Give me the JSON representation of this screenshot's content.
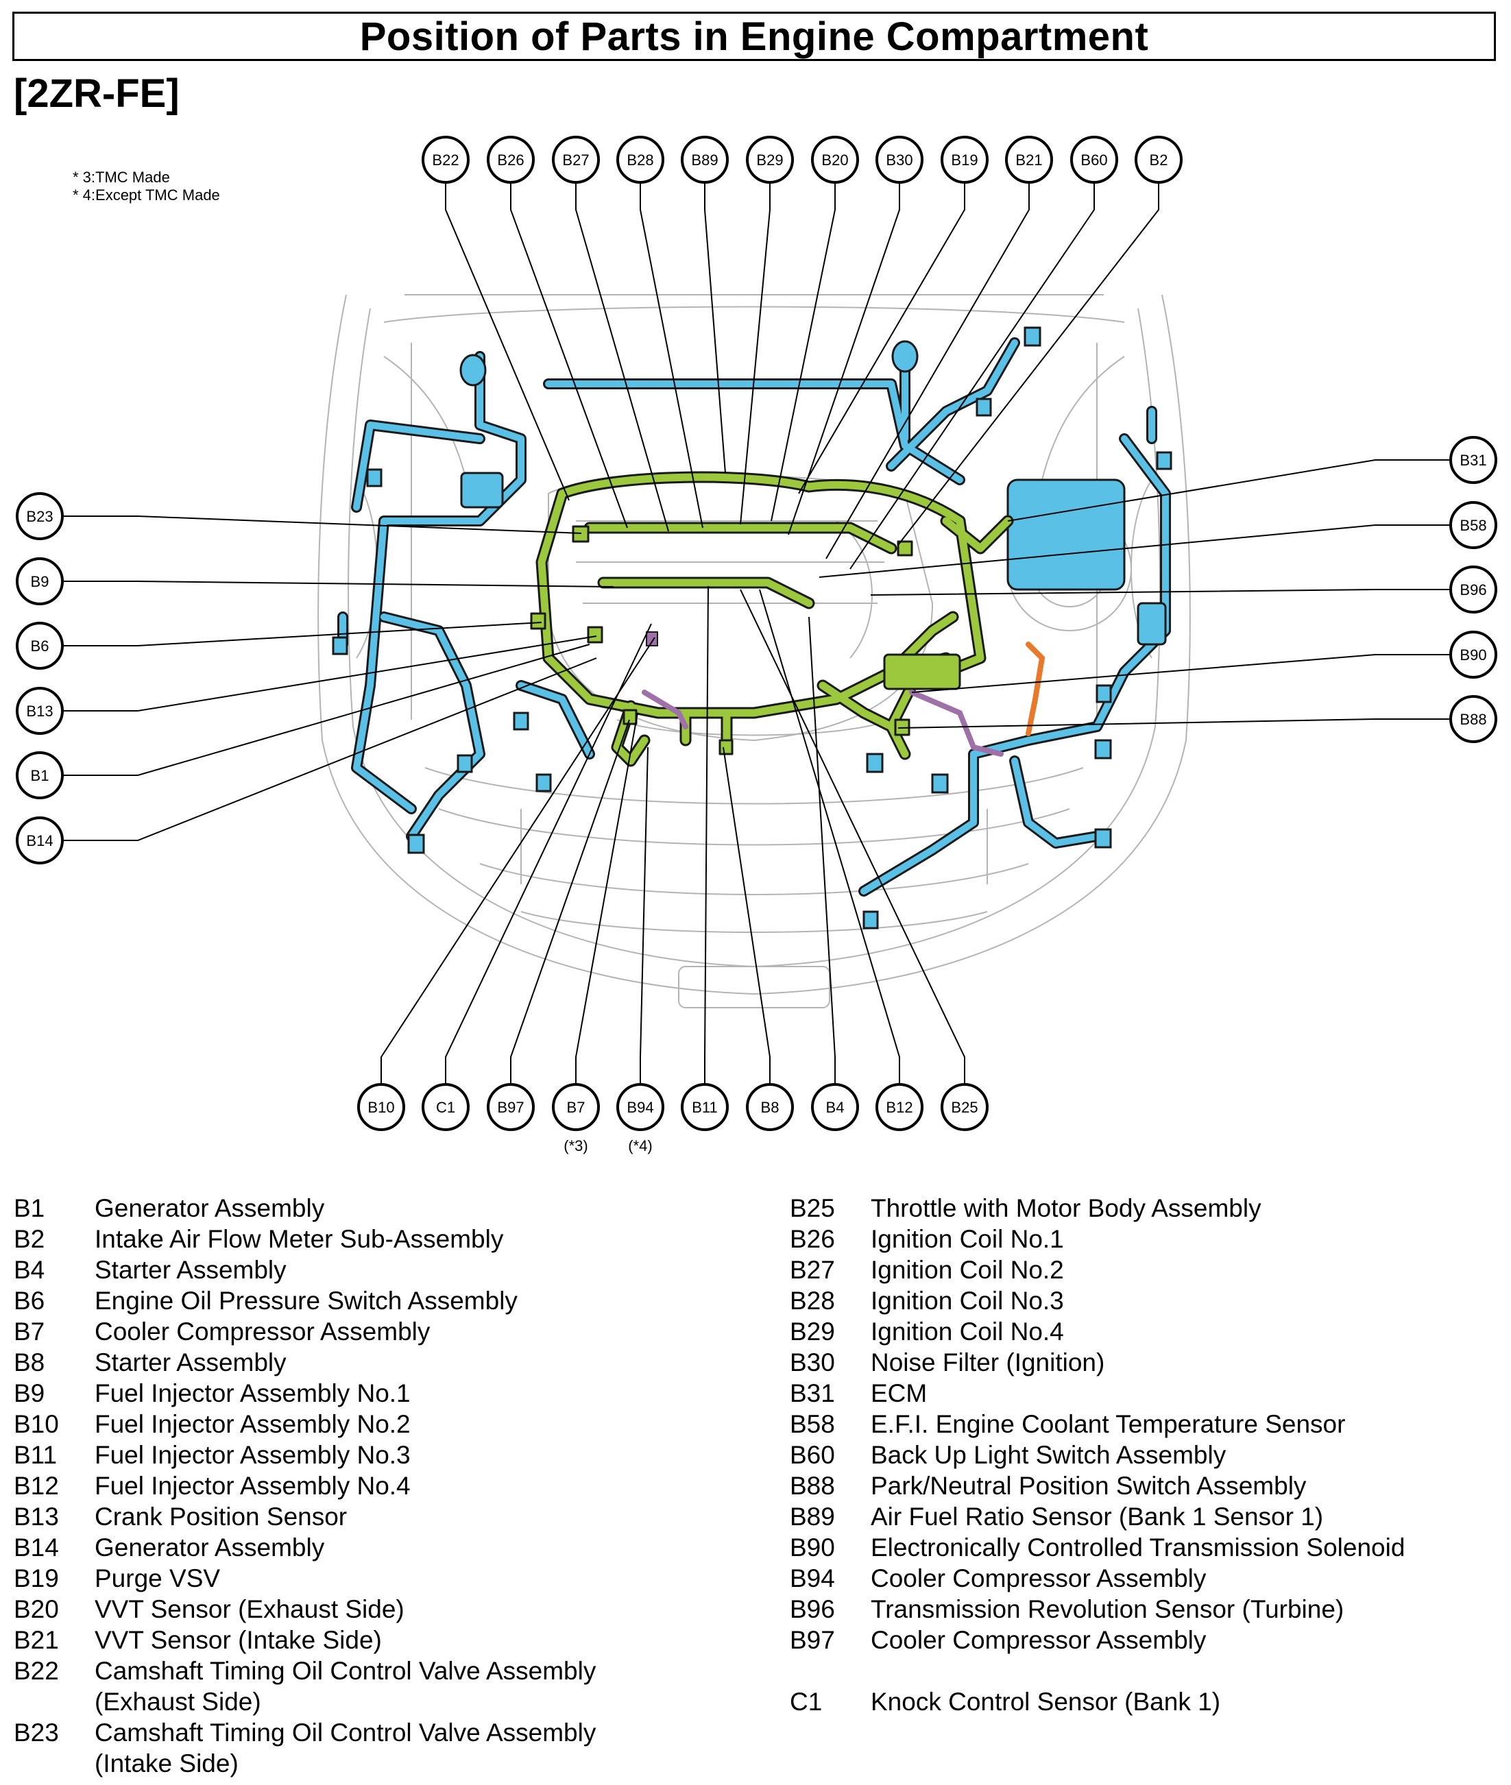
{
  "title": "Position of Parts in Engine Compartment",
  "subtitle": "[2ZR-FE]",
  "footnotes": [
    "* 3:TMC Made",
    "* 4:Except TMC Made"
  ],
  "callouts": {
    "top": [
      "B22",
      "B26",
      "B27",
      "B28",
      "B89",
      "B29",
      "B20",
      "B30",
      "B19",
      "B21",
      "B60",
      "B2"
    ],
    "left": [
      "B23",
      "B9",
      "B6",
      "B13",
      "B1",
      "B14"
    ],
    "right": [
      "B31",
      "B58",
      "B96",
      "B90",
      "B88"
    ],
    "bottom": [
      "B10",
      "C1",
      "B97",
      "B7",
      "B94",
      "B11",
      "B8",
      "B4",
      "B12",
      "B25"
    ],
    "bottom_notes": {
      "B7": "(*3)",
      "B94": "(*4)"
    }
  },
  "legend_left": [
    {
      "code": "B1",
      "desc": "Generator Assembly"
    },
    {
      "code": "B2",
      "desc": "Intake Air Flow Meter Sub-Assembly"
    },
    {
      "code": "B4",
      "desc": "Starter Assembly"
    },
    {
      "code": "B6",
      "desc": "Engine Oil Pressure Switch Assembly"
    },
    {
      "code": "B7",
      "desc": "Cooler Compressor Assembly"
    },
    {
      "code": "B8",
      "desc": "Starter Assembly"
    },
    {
      "code": "B9",
      "desc": "Fuel Injector Assembly No.1"
    },
    {
      "code": "B10",
      "desc": "Fuel Injector Assembly No.2"
    },
    {
      "code": "B11",
      "desc": "Fuel Injector Assembly No.3"
    },
    {
      "code": "B12",
      "desc": "Fuel Injector Assembly No.4"
    },
    {
      "code": "B13",
      "desc": "Crank Position Sensor"
    },
    {
      "code": "B14",
      "desc": "Generator Assembly"
    },
    {
      "code": "B19",
      "desc": "Purge VSV"
    },
    {
      "code": "B20",
      "desc": "VVT Sensor (Exhaust Side)"
    },
    {
      "code": "B21",
      "desc": "VVT Sensor (Intake Side)"
    },
    {
      "code": "B22",
      "desc": "Camshaft Timing Oil Control Valve Assembly\n(Exhaust Side)"
    },
    {
      "code": "B23",
      "desc": "Camshaft Timing Oil Control Valve Assembly\n(Intake Side)"
    }
  ],
  "legend_right": [
    {
      "code": "B25",
      "desc": "Throttle with Motor Body Assembly"
    },
    {
      "code": "B26",
      "desc": "Ignition Coil No.1"
    },
    {
      "code": "B27",
      "desc": "Ignition Coil No.2"
    },
    {
      "code": "B28",
      "desc": "Ignition Coil No.3"
    },
    {
      "code": "B29",
      "desc": "Ignition Coil No.4"
    },
    {
      "code": "B30",
      "desc": "Noise Filter (Ignition)"
    },
    {
      "code": "B31",
      "desc": "ECM"
    },
    {
      "code": "B58",
      "desc": "E.F.I. Engine Coolant Temperature Sensor"
    },
    {
      "code": "B60",
      "desc": "Back Up Light Switch Assembly"
    },
    {
      "code": "B88",
      "desc": "Park/Neutral Position Switch Assembly"
    },
    {
      "code": "B89",
      "desc": "Air Fuel Ratio Sensor (Bank 1 Sensor 1)"
    },
    {
      "code": "B90",
      "desc": "Electronically Controlled Transmission Solenoid"
    },
    {
      "code": "B94",
      "desc": "Cooler Compressor Assembly"
    },
    {
      "code": "B96",
      "desc": "Transmission Revolution Sensor (Turbine)"
    },
    {
      "code": "B97",
      "desc": "Cooler Compressor Assembly"
    },
    {
      "code": "",
      "desc": ""
    },
    {
      "code": "C1",
      "desc": "Knock Control Sensor (Bank 1)"
    }
  ],
  "colors": {
    "engine_harness": "#9bc83c",
    "body_harness": "#5bc0e6",
    "harness_outline": "#1a1a1a",
    "purple_harness": "#a070a8",
    "orange_harness": "#e8782a",
    "body_outline": "#b4b4b4"
  }
}
